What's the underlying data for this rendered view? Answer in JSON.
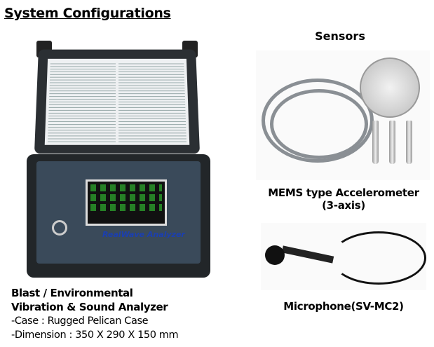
{
  "title": "System Configurations",
  "sensors_heading": "Sensors",
  "analyzer": {
    "line1": "Blast / Environmental",
    "line2": "Vibration & Sound Analyzer",
    "case": "-Case : Rugged Pelican Case",
    "dimension": "-Dimension : 350 X 290 X 150 mm",
    "device_logo": "RealWave Analyzer"
  },
  "accelerometer": {
    "line1": "MEMS type Accelerometer",
    "line2": "(3-axis)"
  },
  "microphone": {
    "label": "Microphone(SV-MC2)"
  }
}
